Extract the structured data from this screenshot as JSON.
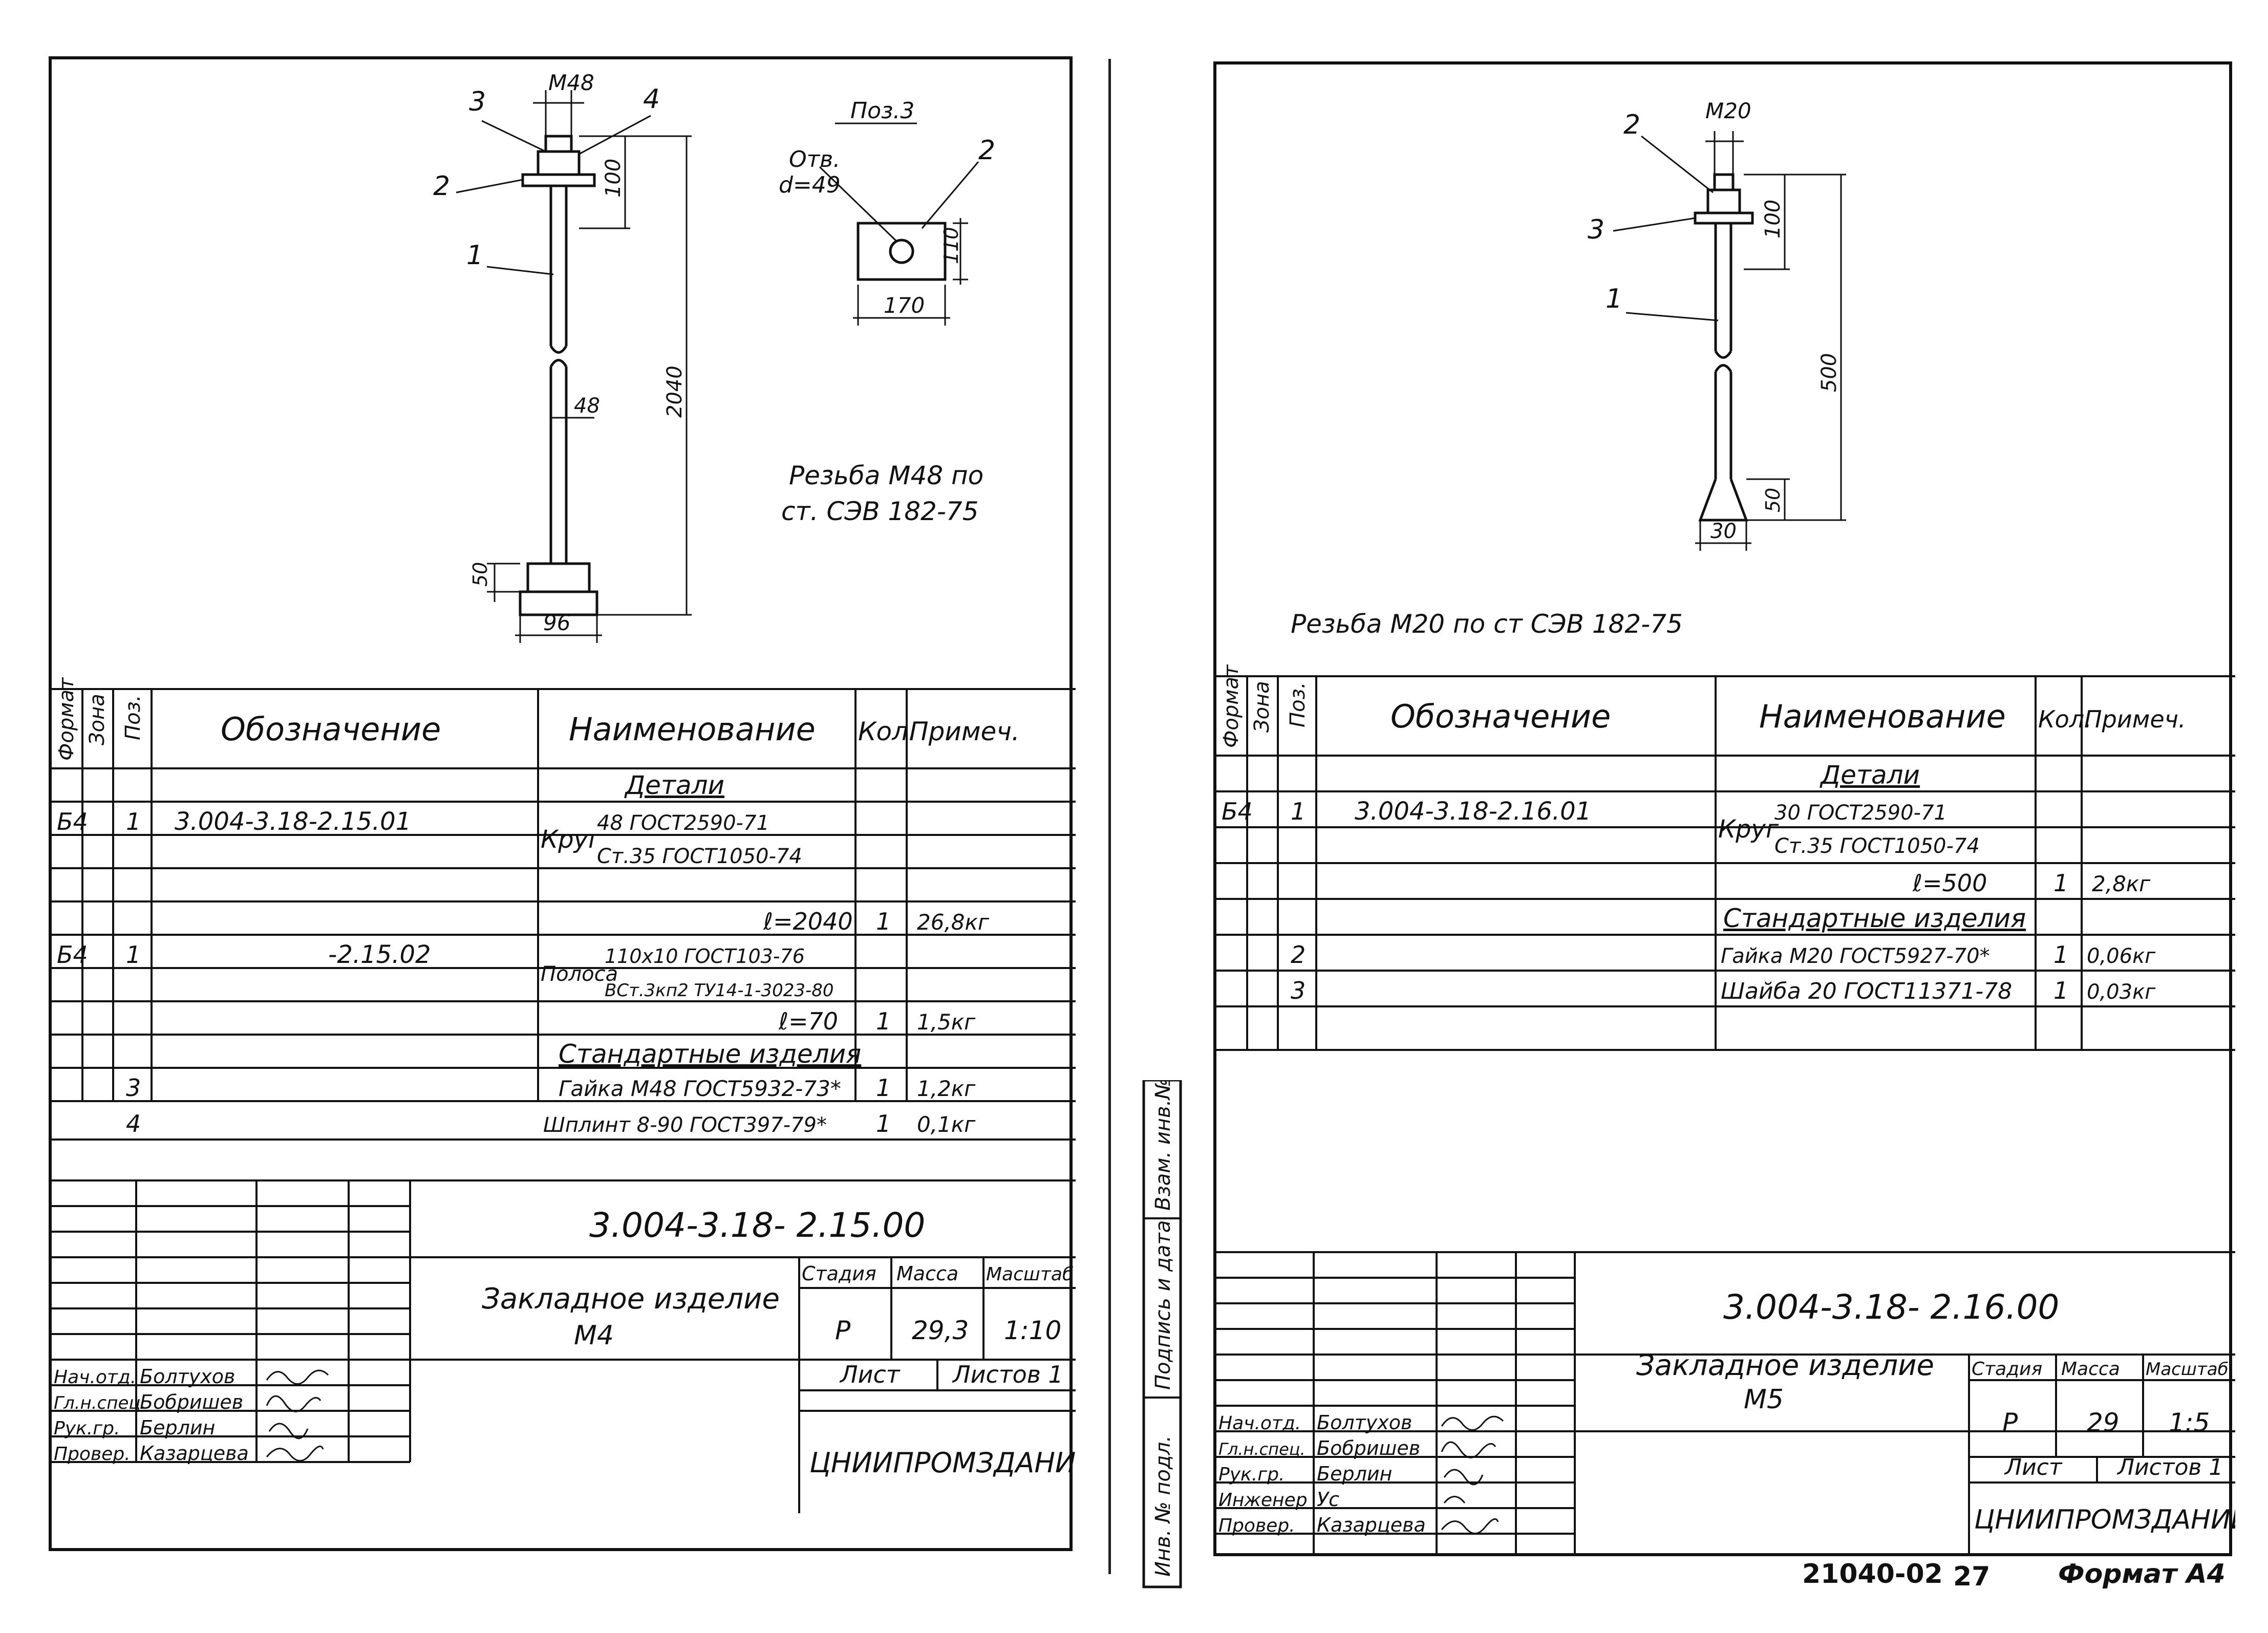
{
  "left": {
    "drawing": {
      "dims": {
        "thread": "М48",
        "top": "100",
        "length": "2040",
        "diam": "48",
        "foot_h": "50",
        "foot_w": "96"
      },
      "callouts": [
        "1",
        "2",
        "3",
        "4"
      ],
      "pos3": {
        "title": "Поз.3",
        "hole_label": "Отв.",
        "hole_d": "d=49",
        "callout": "2",
        "w": "170",
        "h": "110"
      },
      "note": [
        "Резьба М48 по",
        "ст. СЭВ 182-75"
      ]
    },
    "spec": {
      "headers": {
        "format": "Формат",
        "zone": "Зона",
        "pos": "Поз.",
        "designation": "Обозначение",
        "name": "Наименование",
        "qty": "Кол.",
        "note": "Примеч."
      },
      "rows": [
        {
          "format": "",
          "pos": "",
          "designation": "",
          "name": "Детали",
          "qty": "",
          "note": ""
        },
        {
          "format": "Б4",
          "pos": "1",
          "designation": "3.004-3.18-2.15.01",
          "name": "Круг",
          "qty": "",
          "note": ""
        },
        {
          "format": "",
          "pos": "",
          "designation": "",
          "name": "",
          "qty": "",
          "note": ""
        },
        {
          "format": "",
          "pos": "",
          "designation": "",
          "name": "ℓ=2040",
          "qty": "1",
          "note": "26,8кг"
        },
        {
          "format": "Б4",
          "pos": "1",
          "designation": "-2.15.02",
          "name": "Полоса",
          "qty": "",
          "note": ""
        },
        {
          "format": "",
          "pos": "",
          "designation": "",
          "name": "",
          "qty": "",
          "note": ""
        },
        {
          "format": "",
          "pos": "",
          "designation": "",
          "name": "ℓ=70",
          "qty": "1",
          "note": "1,5кг"
        },
        {
          "format": "",
          "pos": "",
          "designation": "",
          "name": "Стандартные изделия",
          "qty": "",
          "note": ""
        },
        {
          "format": "",
          "pos": "3",
          "designation": "",
          "name": "Гайка М48 ГОСТ5932-73*",
          "qty": "1",
          "note": "1,2кг"
        },
        {
          "format": "",
          "pos": "4",
          "designation": "",
          "name": "Шплинт 8-90 ГОСТ397-79*",
          "qty": "1",
          "note": "0,1кг"
        }
      ],
      "fractions": [
        {
          "top": "48 ГОСТ2590-71",
          "bottom": "Ст.35 ГОСТ1050-74"
        },
        {
          "top": "110х10 ГОСТ103-76",
          "bottom": "ВСт.3кп2 ТУ14-1-3023-80"
        }
      ]
    },
    "stamp": {
      "code": "3.004-3.18- 2.15.00",
      "title_line1": "Закладное изделие",
      "title_line2": "М4",
      "stage_h": "Стадия",
      "mass_h": "Масса",
      "scale_h": "Масштаб",
      "stage": "Р",
      "mass": "29,3",
      "scale": "1:10",
      "sheet": "Лист",
      "sheets": "Листов 1",
      "org": "ЦНИИПРОМЗДАНИЙ",
      "people": [
        {
          "role": "Нач.отд.",
          "name": "Болтухов"
        },
        {
          "role": "Гл.н.спец.",
          "name": "Бобришев"
        },
        {
          "role": "Рук.гр.",
          "name": "Берлин"
        },
        {
          "role": "Провер.",
          "name": "Казарцева"
        }
      ]
    }
  },
  "right": {
    "drawing": {
      "dims": {
        "thread": "М20",
        "top": "100",
        "length": "500",
        "cone": "50",
        "foot_w": "30"
      },
      "callouts": [
        "1",
        "2",
        "3"
      ],
      "note": "Резьба  М20  по ст СЭВ 182-75"
    },
    "spec": {
      "rows": [
        {
          "format": "",
          "pos": "",
          "designation": "",
          "name": "Детали",
          "qty": "",
          "note": ""
        },
        {
          "format": "Б4",
          "pos": "1",
          "designation": "3.004-3.18-2.16.01",
          "name": "Круг",
          "qty": "",
          "note": ""
        },
        {
          "format": "",
          "pos": "",
          "designation": "",
          "name": "",
          "qty": "",
          "note": ""
        },
        {
          "format": "",
          "pos": "",
          "designation": "",
          "name": "ℓ=500",
          "qty": "1",
          "note": "2,8кг"
        },
        {
          "format": "",
          "pos": "",
          "designation": "",
          "name": "Стандартные изделия",
          "qty": "",
          "note": ""
        },
        {
          "format": "",
          "pos": "2",
          "designation": "",
          "name": "Гайка М20 ГОСТ5927-70*",
          "qty": "1",
          "note": "0,06кг"
        },
        {
          "format": "",
          "pos": "3",
          "designation": "",
          "name": "Шайба 20 ГОСТ11371-78",
          "qty": "1",
          "note": "0,03кг"
        },
        {
          "format": "",
          "pos": "",
          "designation": "",
          "name": "",
          "qty": "",
          "note": ""
        }
      ],
      "fraction": {
        "top": "30 ГОСТ2590-71",
        "bottom": "Ст.35 ГОСТ1050-74"
      }
    },
    "stamp": {
      "code": "3.004-3.18- 2.16.00",
      "title_line1": "Закладное изделие",
      "title_line2": "М5",
      "stage": "Р",
      "mass": "29",
      "scale": "1:5",
      "sheet": "Лист",
      "sheets": "Листов 1",
      "org": "ЦНИИПРОМЗДАНИЙ",
      "people": [
        {
          "role": "Нач.отд.",
          "name": "Болтухов"
        },
        {
          "role": "Гл.н.спец.",
          "name": "Бобришев"
        },
        {
          "role": "Рук.гр.",
          "name": "Берлин"
        },
        {
          "role": "Инженер",
          "name": "Ус"
        },
        {
          "role": "Провер.",
          "name": "Казарцева"
        }
      ]
    },
    "side_labels": [
      "Инв. № подл.",
      "Подпись и дата",
      "Взам. инв.№"
    ]
  },
  "footer": {
    "number": "21040-02",
    "page": "27",
    "format": "Формат А4"
  }
}
